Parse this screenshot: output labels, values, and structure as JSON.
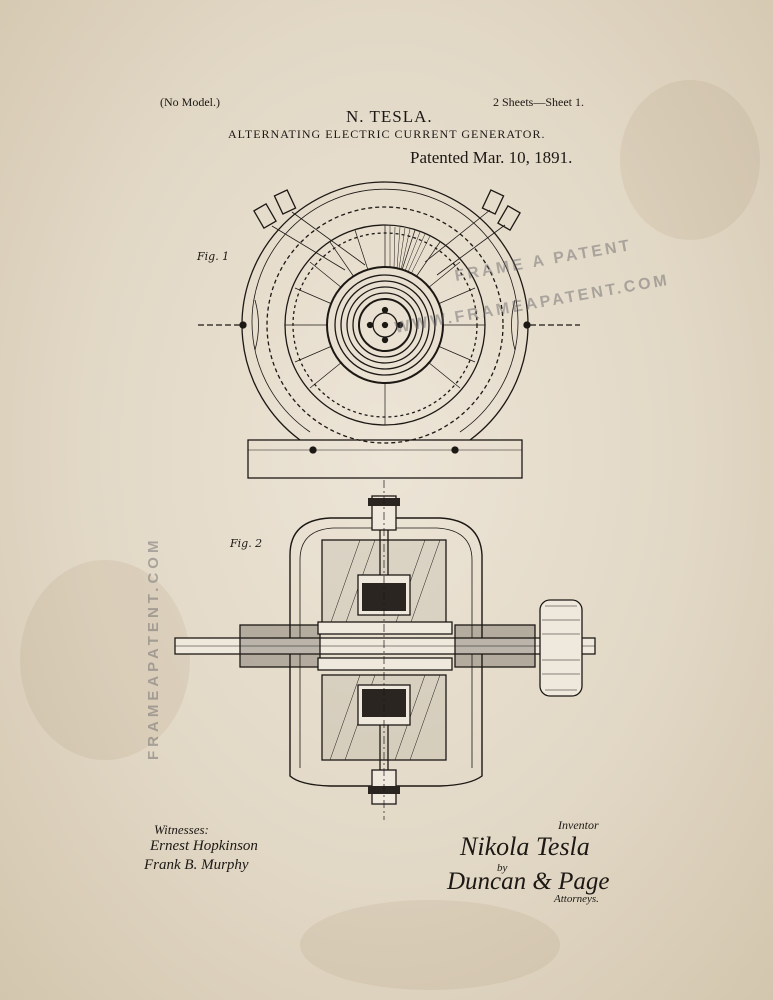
{
  "header": {
    "no_model": "(No Model.)",
    "sheets": "2 Sheets—Sheet 1.",
    "inventor": "N. TESLA.",
    "title": "ALTERNATING ELECTRIC CURRENT GENERATOR.",
    "patented": "Patented Mar. 10, 1891."
  },
  "figures": {
    "fig1": "Fig. 1",
    "fig2": "Fig. 2"
  },
  "signatures": {
    "witnesses_label": "Witnesses:",
    "witness1": "Ernest Hopkinson",
    "witness2": "Frank B. Murphy",
    "inventor_caption": "Inventor",
    "inventor_signature": "Nikola Tesla",
    "by": "by",
    "attorney_signature": "Duncan & Page",
    "attorneys_caption": "Attorneys."
  },
  "watermarks": {
    "overlay1": "FRAME A PATENT",
    "overlay2": "WWW.FRAMEAPATENT.COM",
    "side": "FRAMEAPATENT.COM"
  },
  "colors": {
    "paper": "#e6ddcc",
    "ink": "#1c1814",
    "watermark": "#5f5f64"
  }
}
